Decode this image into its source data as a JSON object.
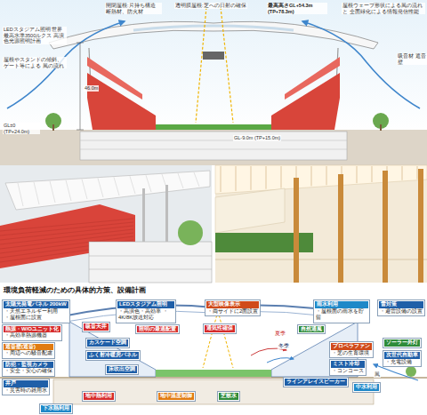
{
  "diagram": {
    "title": "環境負荷軽減のための具体的方策、設備計画",
    "nodes": [
      {
        "text": [
          "太陽光発電パネル 200kW",
          "・天然エネルギー利用 ・屋根面に設置"
        ]
      },
      {
        "text": [
          "LEDスタジアム照明",
          "・高演色・高効率 ・4K/8K放送対応"
        ]
      },
      {
        "text": [
          "大型映像表示",
          "・両サイドに2面設置"
        ]
      },
      {
        "text": [
          "雨水利用",
          "・屋根面の雨水を貯留"
        ]
      },
      {
        "text": [
          "雷対策",
          "・避雷設備の設置"
        ]
      },
      {
        "text": [
          "熱源・W/Oユニット化",
          "・高効率熱源機器"
        ]
      },
      {
        "text": [
          "吸音天井"
        ]
      },
      {
        "text": [
          "照明の最適配置"
        ]
      },
      {
        "text": [
          "通気性確保"
        ]
      },
      {
        "text": [
          "自然通風"
        ]
      },
      {
        "text": [
          "遮音壁(遮音)",
          "・周辺への騒音配慮"
        ]
      },
      {
        "text": [
          "カスケード空調"
        ]
      },
      {
        "text": [
          "プロペラファン",
          "・芝の生育環境"
        ]
      },
      {
        "text": [
          "防犯・監視カメラ",
          "・安全・安心の確保"
        ]
      },
      {
        "text": [
          "ふく射冷暖房パネル"
        ]
      },
      {
        "text": [
          "ミスト冷却",
          "・コンコース"
        ]
      },
      {
        "text": [
          "ソーラー外灯"
        ]
      },
      {
        "text": [
          "次世代自動車",
          "・充電設備"
        ]
      },
      {
        "text": [
          "床吹出空調"
        ]
      },
      {
        "text": [
          "ラインアレイスピーカー"
        ]
      },
      {
        "text": [
          "井戸",
          "・災害時の雑用水"
        ]
      },
      {
        "text": [
          "地中熱利用"
        ]
      },
      {
        "text": [
          "地中温度制御"
        ]
      },
      {
        "text": [
          "芝散水"
        ]
      },
      {
        "text": [
          "中水利用"
        ]
      },
      {
        "text": [
          "下水熱利用"
        ]
      }
    ],
    "labels": [
      "開閉屋根:片持ち構造 断熱材、防火材",
      "透明膜屋根:芝への日射の確保",
      "最高高さGL+54.3m (TP+78.3m)",
      "屋根ウェーブ形状による風の流れと 全面緑化による情報発信性能",
      "LEDスタジアム照明 世界最高水準3500ルクス 高演色光源照明計画",
      "屋根やスタンドの傾斜、ゲート等による 風の流れ",
      "46.0m",
      "GL±0 (TP+24.0m)",
      "GL-9.0m (TP+15.0m)",
      "吸音材 遮音壁",
      "夏季",
      "冬季",
      "風"
    ]
  }
}
